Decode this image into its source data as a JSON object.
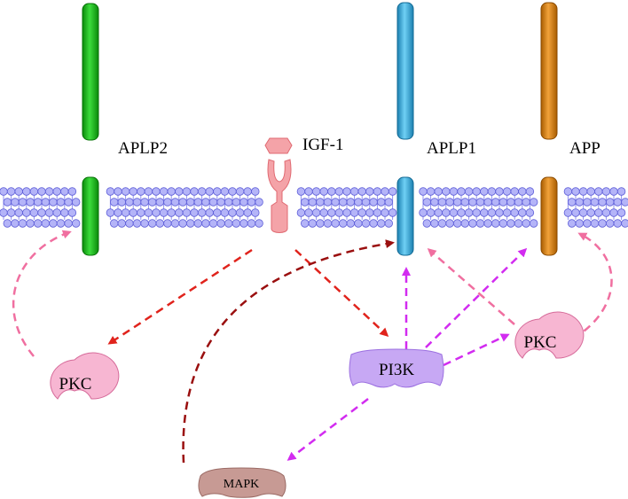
{
  "proteins": {
    "aplp2": "APLP2",
    "igf1": "IGF-1",
    "aplp1": "APLP1",
    "app": "APP"
  },
  "kinases": {
    "pkc_left": "PKC",
    "pkc_right": "PKC",
    "pi3k": "PI3K",
    "mapk": "MAPK"
  },
  "colors": {
    "aplp2": "#10b810",
    "aplp1": "#2aa6d8",
    "app": "#d07a08",
    "igf1": "#f4a3a8",
    "pkc": "#f7b6d2",
    "pi3k": "#c7a8f4",
    "mapk": "#c79a94",
    "membrane": "#8f8ff0",
    "arrow_red": "#e0231c",
    "arrow_darkred": "#9a0f0f",
    "arrow_pink": "#f06fa0",
    "arrow_magenta": "#d22cf0"
  }
}
